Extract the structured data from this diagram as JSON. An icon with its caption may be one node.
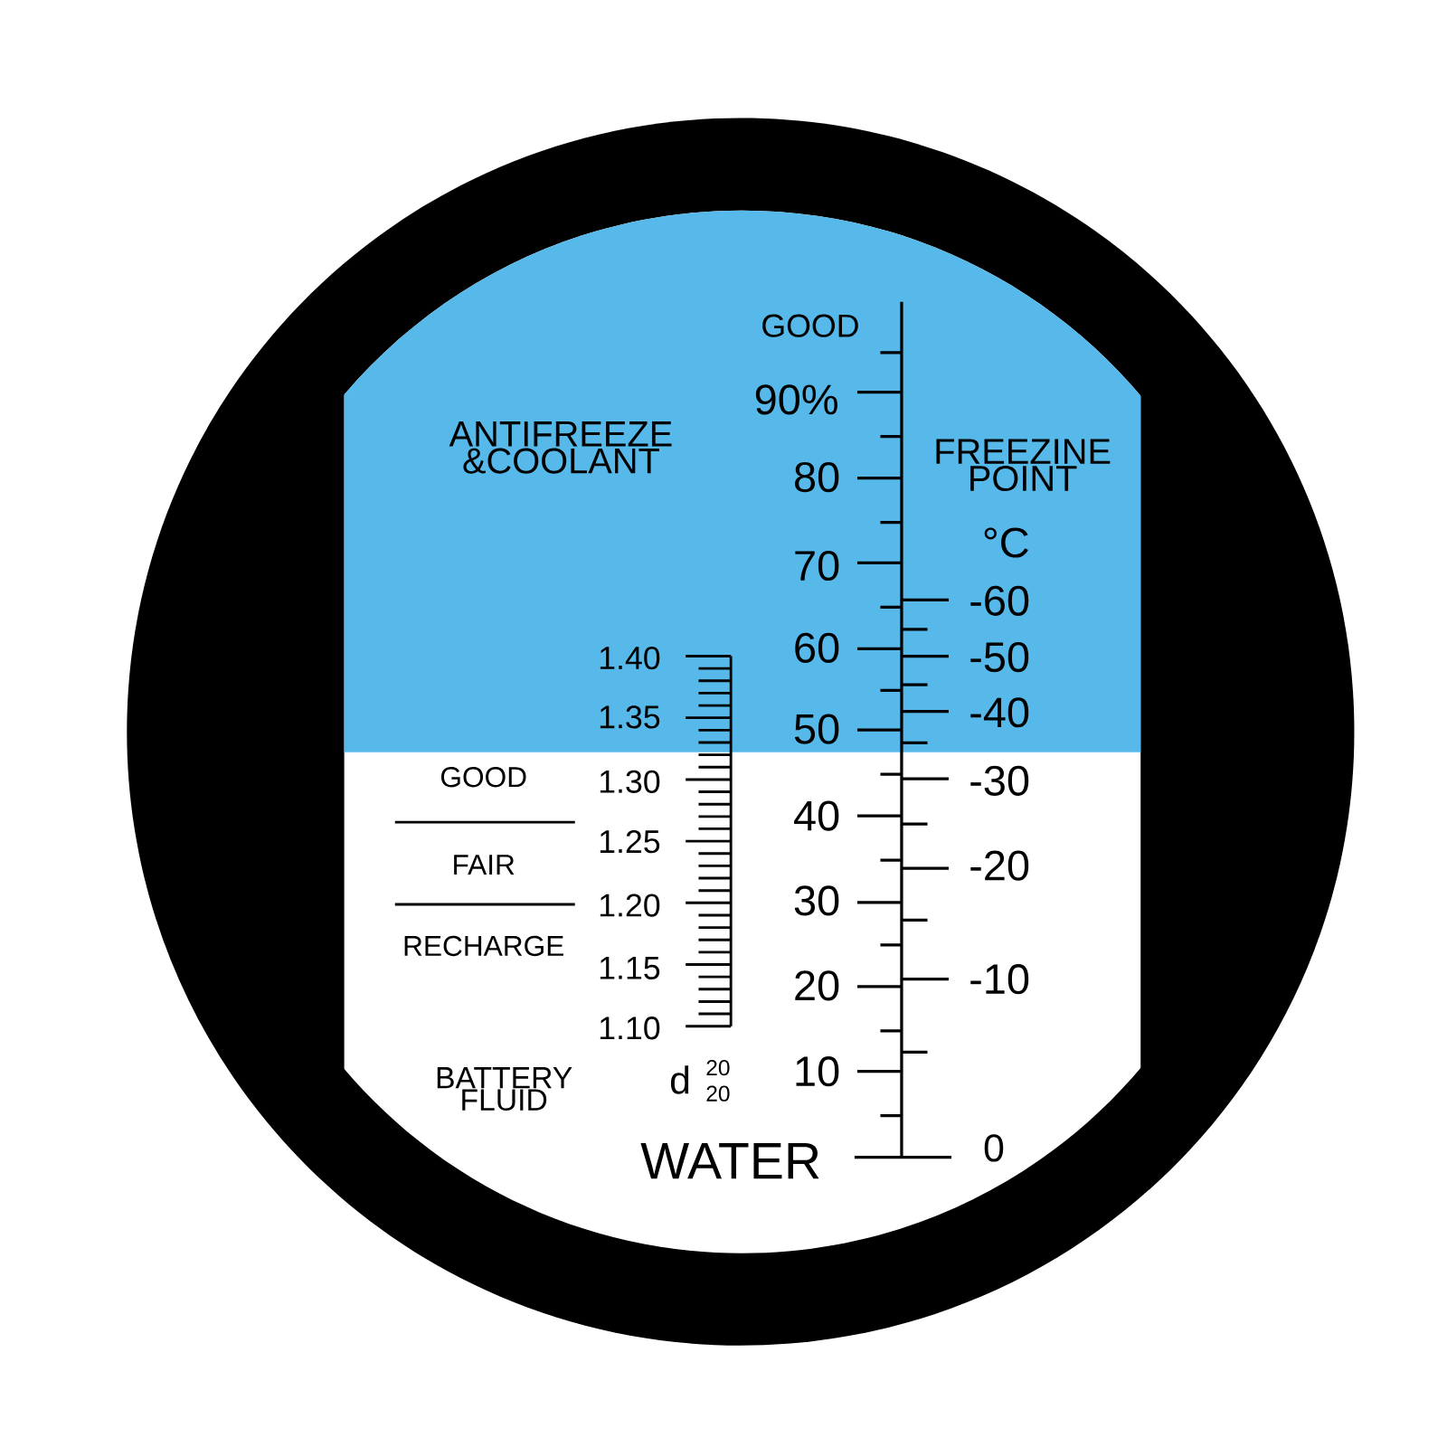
{
  "diagram": {
    "labels": [
      "GOOD",
      "ANTIFREEZE &COOLANT",
      "90%",
      "FREEZINE POINT",
      "80",
      "°C",
      "70",
      "-60",
      "60",
      "1.40",
      "-50",
      "-40",
      "1.35",
      "50",
      "GOOD",
      "1.30",
      "-30",
      "40",
      "1.25",
      "FAIR",
      "-20",
      "30",
      "1.20",
      "RECHARGE",
      "1.15",
      "-10",
      "20",
      "1.10",
      "10",
      "BATTERY FLUID",
      "d",
      "20",
      "20",
      "0",
      "WATER"
    ]
  }
}
